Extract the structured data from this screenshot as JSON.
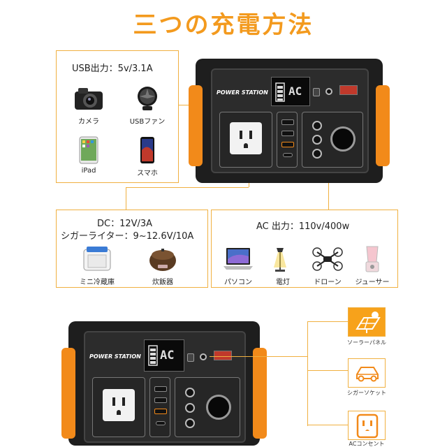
{
  "title": "三つの充電方法",
  "usb_panel": {
    "label": "USB出力：5v/3.1A",
    "items": [
      {
        "caption": "カメラ",
        "icon": "camera-icon"
      },
      {
        "caption": "USBファン",
        "icon": "fan-icon"
      },
      {
        "caption": "iPad",
        "icon": "tablet-icon"
      },
      {
        "caption": "スマホ",
        "icon": "smartphone-icon"
      }
    ]
  },
  "dc_panel": {
    "label_line1": "DC：12V/3A",
    "label_line2": "シガーライター：9~12.6V/10A",
    "items": [
      {
        "caption": "ミニ冷蔵庫",
        "icon": "mini-fridge-icon"
      },
      {
        "caption": "炊飯器",
        "icon": "rice-cooker-icon"
      }
    ]
  },
  "ac_panel": {
    "label": "AC 出力：110v/400w",
    "items": [
      {
        "caption": "パソコン",
        "icon": "laptop-icon"
      },
      {
        "caption": "電灯",
        "icon": "lamp-icon"
      },
      {
        "caption": "ドローン",
        "icon": "drone-icon"
      },
      {
        "caption": "ジューサー",
        "icon": "juicer-icon"
      }
    ]
  },
  "station": {
    "brand": "POWER STATION",
    "lcd_text": "AC"
  },
  "charge_inputs": [
    {
      "caption": "ソーラーパネル",
      "icon": "solar-panel-icon"
    },
    {
      "caption": "シガーソケット",
      "icon": "car-icon"
    },
    {
      "caption": "ACコンセント",
      "icon": "wall-outlet-icon"
    }
  ],
  "colors": {
    "accent": "#f39a1e",
    "station_body": "#1e1e1e",
    "handle": "#f28a1a"
  }
}
